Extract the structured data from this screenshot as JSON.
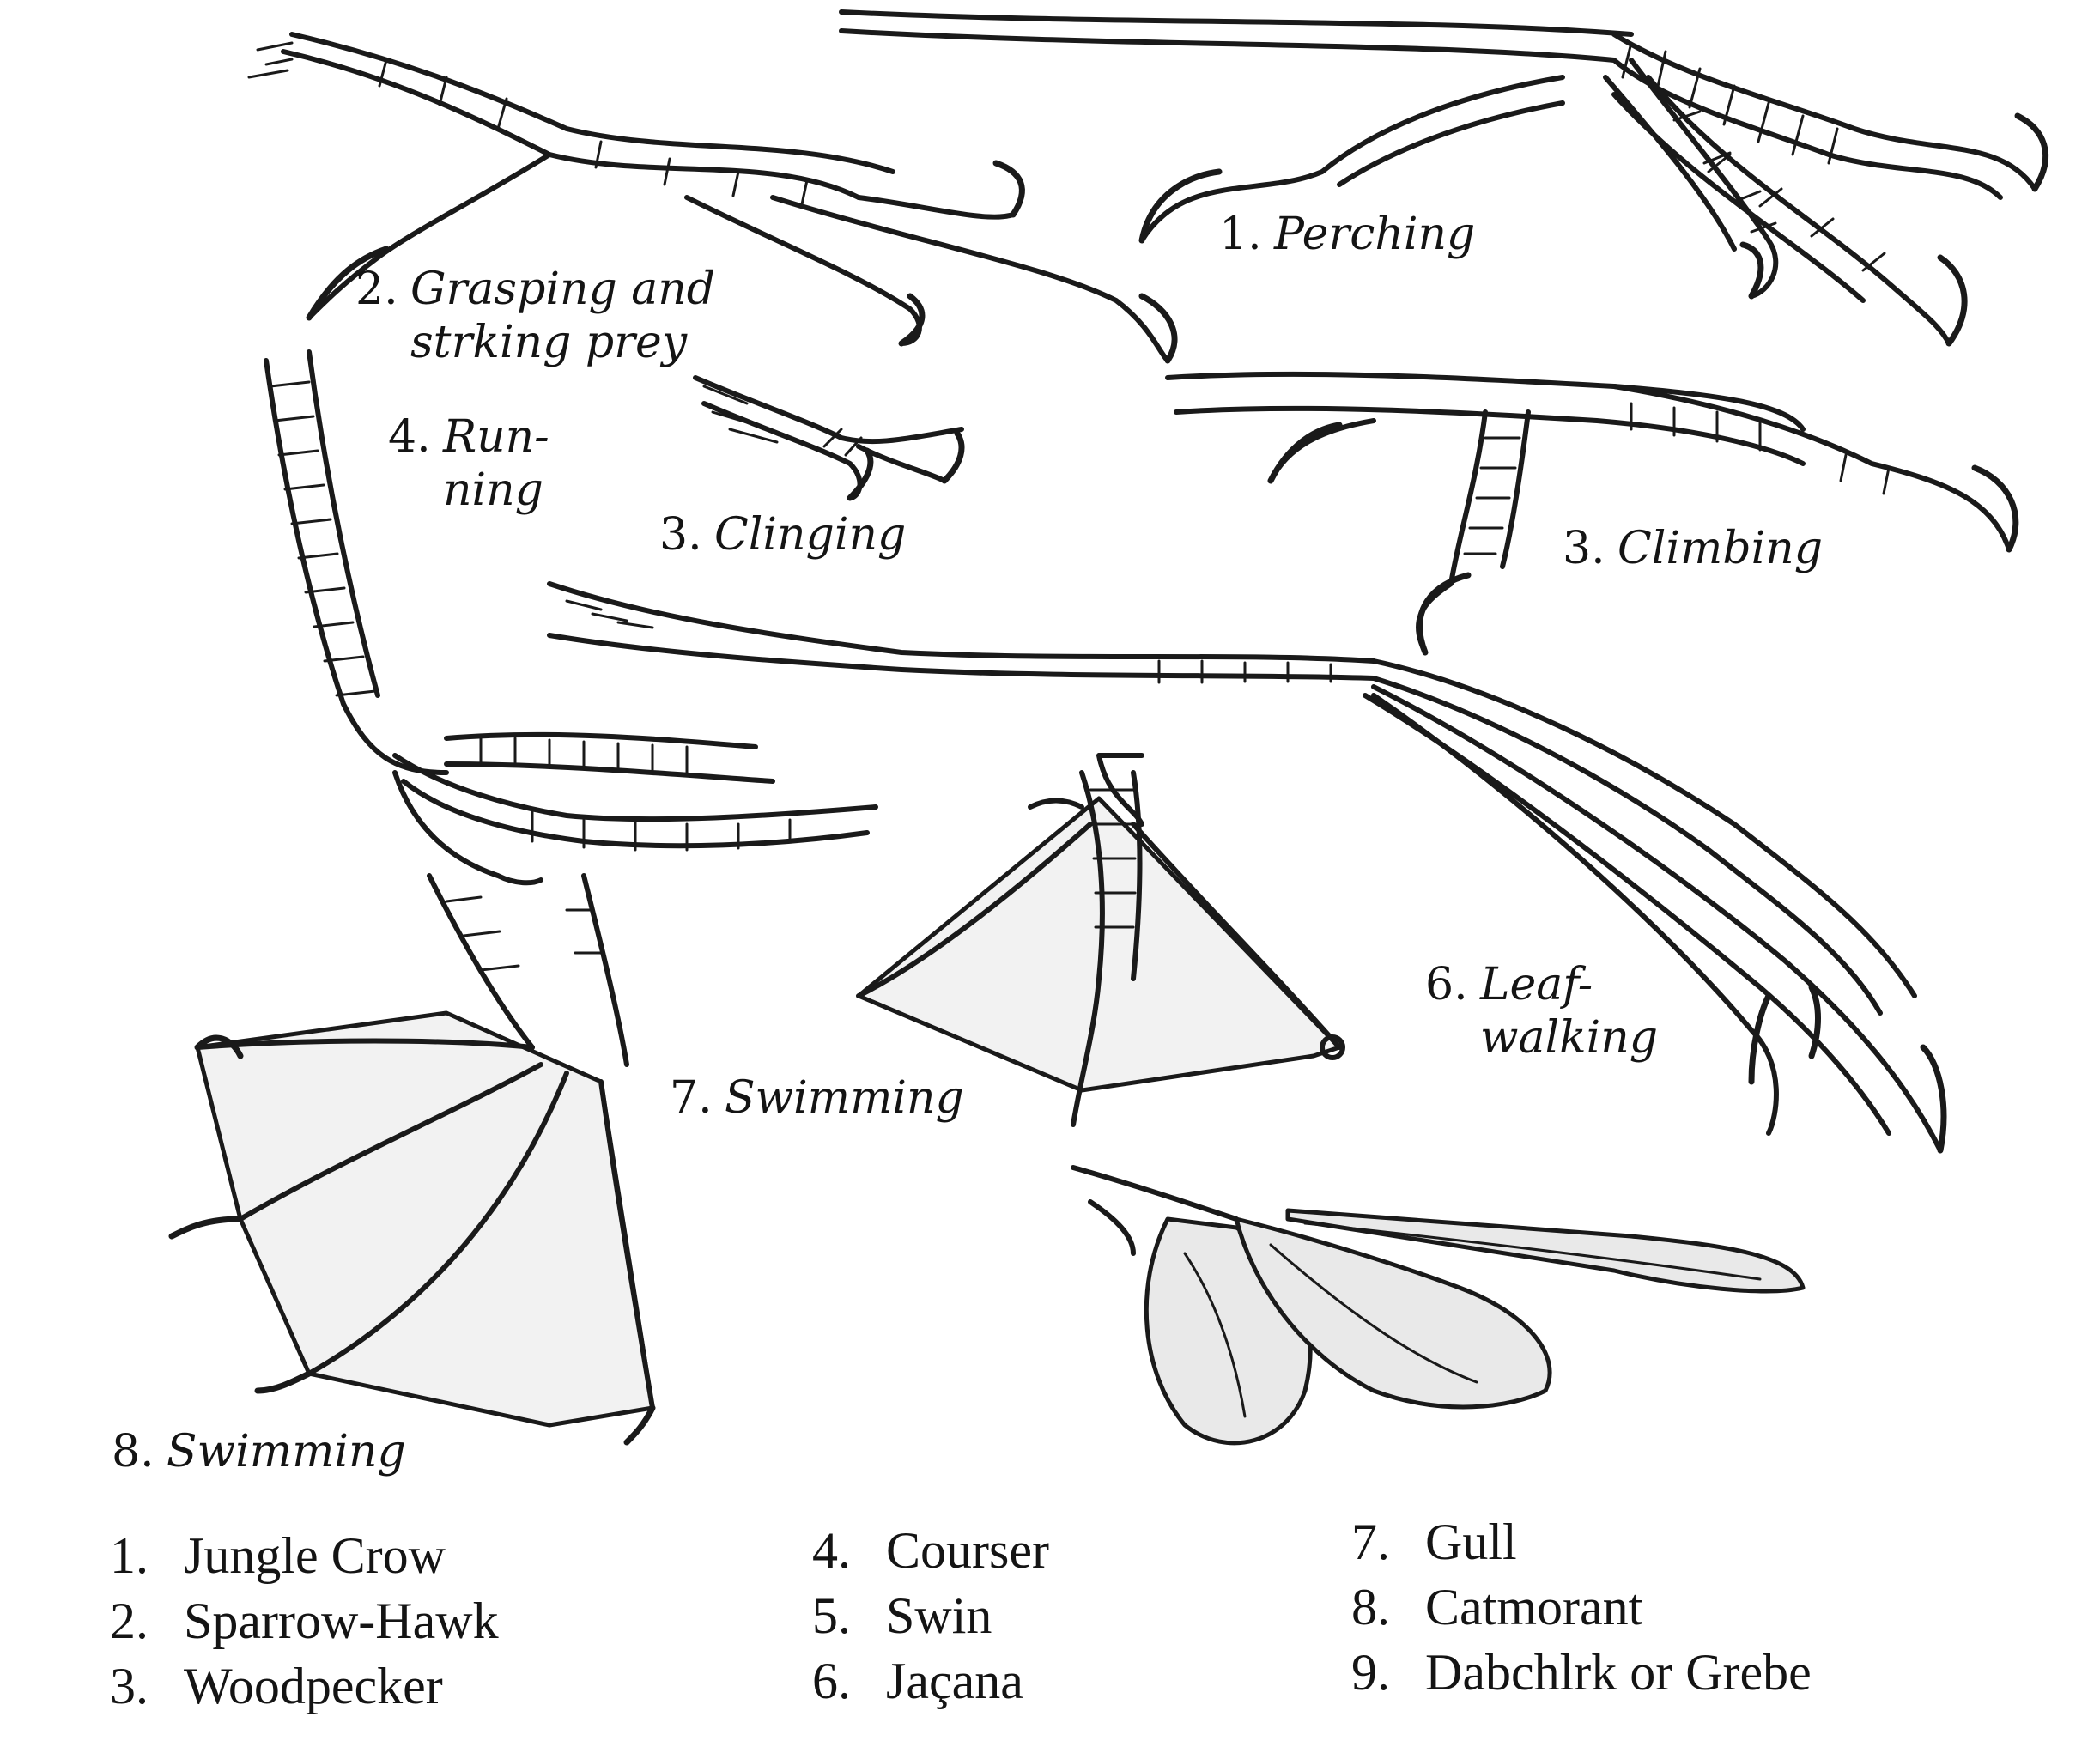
{
  "captions": [
    {
      "num": "1.",
      "line1": "Perching",
      "line2": ""
    },
    {
      "num": "2.",
      "line1": "Grasping and",
      "line2": "strking prey"
    },
    {
      "num": "4.",
      "line1": "Run-",
      "line2": "ning"
    },
    {
      "num": "3.",
      "line1": "Clinging",
      "line2": ""
    },
    {
      "num": "3.",
      "line1": "Climbing",
      "line2": ""
    },
    {
      "num": "6.",
      "line1": "Leaf-",
      "line2": "walking"
    },
    {
      "num": "7.",
      "line1": "Swimming",
      "line2": ""
    },
    {
      "num": "8.",
      "line1": "Swimming",
      "line2": ""
    }
  ],
  "legend": [
    {
      "num": "1.",
      "name": "Jungle Crow"
    },
    {
      "num": "2.",
      "name": "Sparrow-Hawk"
    },
    {
      "num": "3.",
      "name": "Woodpecker"
    },
    {
      "num": "4.",
      "name": "Courser"
    },
    {
      "num": "5.",
      "name": "Swin"
    },
    {
      "num": "6.",
      "name": "Jaçana"
    },
    {
      "num": "7.",
      "name": "Gull"
    },
    {
      "num": "8.",
      "name": "Catmorant"
    },
    {
      "num": "9.",
      "name": "Dabchlrk or Grebe"
    }
  ]
}
